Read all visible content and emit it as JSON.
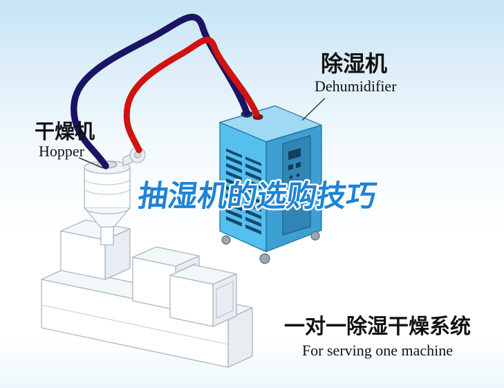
{
  "scene": {
    "title_overlay": {
      "text": "抽湿机的选购技巧",
      "color": "#1e83d6",
      "outline": "#ffffff"
    },
    "hopper_label": {
      "cn": "干燥机",
      "en": "Hopper"
    },
    "dehumidifier_label": {
      "cn": "除湿机",
      "en": "Dehumidifier"
    },
    "caption": {
      "cn": "一对一除湿干燥系统",
      "en": "For serving one machine"
    },
    "colors": {
      "pipe_supply": "#1b1464",
      "pipe_return": "#cf1310",
      "dehumidifier_front": "#55bfee",
      "dehumidifier_side": "#3d9fd2",
      "dehumidifier_top": "#9fd9f3",
      "dehumidifier_panel": "#2f85b5",
      "vent_slot": "#14486e",
      "machine_line": "#a9b6c0",
      "label_text": "#111111",
      "background_top": "#c6e5f4",
      "background_bottom": "#ffffff"
    }
  }
}
